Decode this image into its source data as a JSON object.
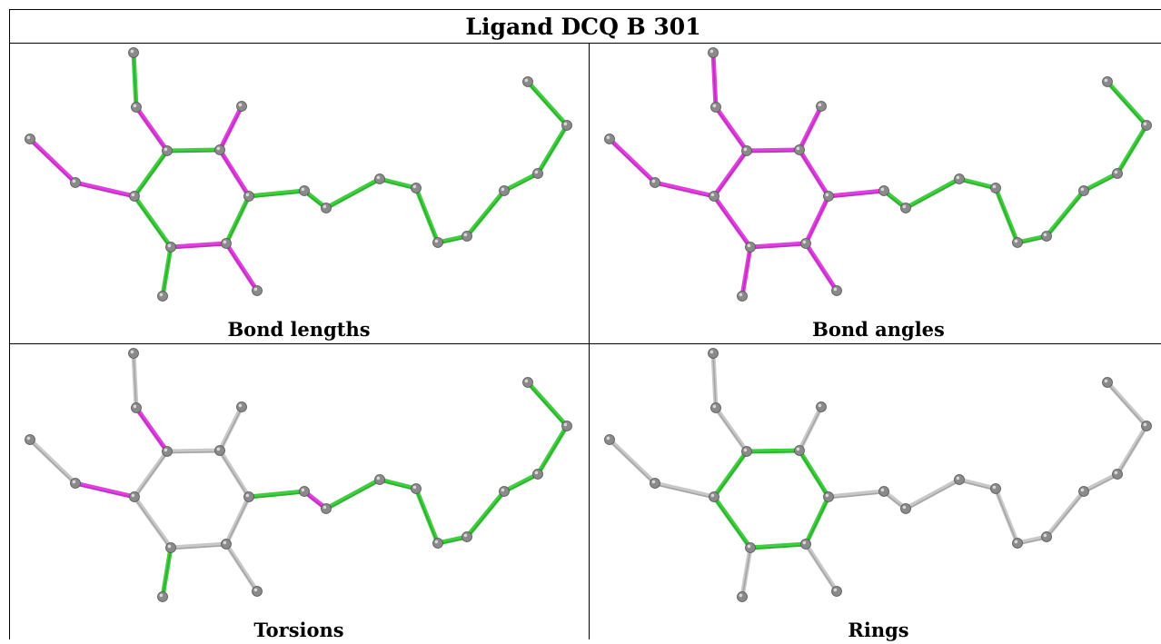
{
  "title": "Ligand DCQ B 301",
  "colors": {
    "magenta": "#e23ee2",
    "green": "#3ecf3e",
    "darkgreen": "#1e7a1e",
    "grey": "#c8c8c8",
    "darkgrey": "#6a6a6a",
    "atom": "#8a8a8a"
  },
  "panels": [
    {
      "caption": "Bond lengths",
      "bond_colors": [
        "green",
        "magenta",
        "magenta",
        "magenta",
        "green",
        "green",
        "magenta",
        "green",
        "magenta",
        "green",
        "magenta",
        "magenta",
        "green",
        "green",
        "green",
        "green",
        "green",
        "green",
        "green",
        "green",
        "green",
        "green"
      ]
    },
    {
      "caption": "Bond angles",
      "bond_colors": [
        "magenta",
        "magenta",
        "magenta",
        "magenta",
        "magenta",
        "magenta",
        "magenta",
        "magenta",
        "magenta",
        "magenta",
        "magenta",
        "magenta",
        "magenta",
        "magenta",
        "green",
        "green",
        "green",
        "green",
        "green",
        "green",
        "green",
        "green"
      ]
    },
    {
      "caption": "Torsions",
      "bond_colors": [
        "grey",
        "magenta",
        "grey",
        "magenta",
        "grey",
        "grey",
        "grey",
        "grey",
        "grey",
        "grey",
        "grey",
        "grey",
        "green",
        "green",
        "magenta",
        "green",
        "green",
        "green",
        "green",
        "green",
        "green",
        "green"
      ]
    },
    {
      "caption": "Rings",
      "bond_colors": [
        "grey",
        "grey",
        "grey",
        "grey",
        "green",
        "green",
        "green",
        "green",
        "green",
        "green",
        "grey",
        "grey",
        "grey",
        "grey",
        "grey",
        "grey",
        "grey",
        "grey",
        "grey",
        "grey",
        "grey",
        "grey"
      ]
    }
  ]
}
